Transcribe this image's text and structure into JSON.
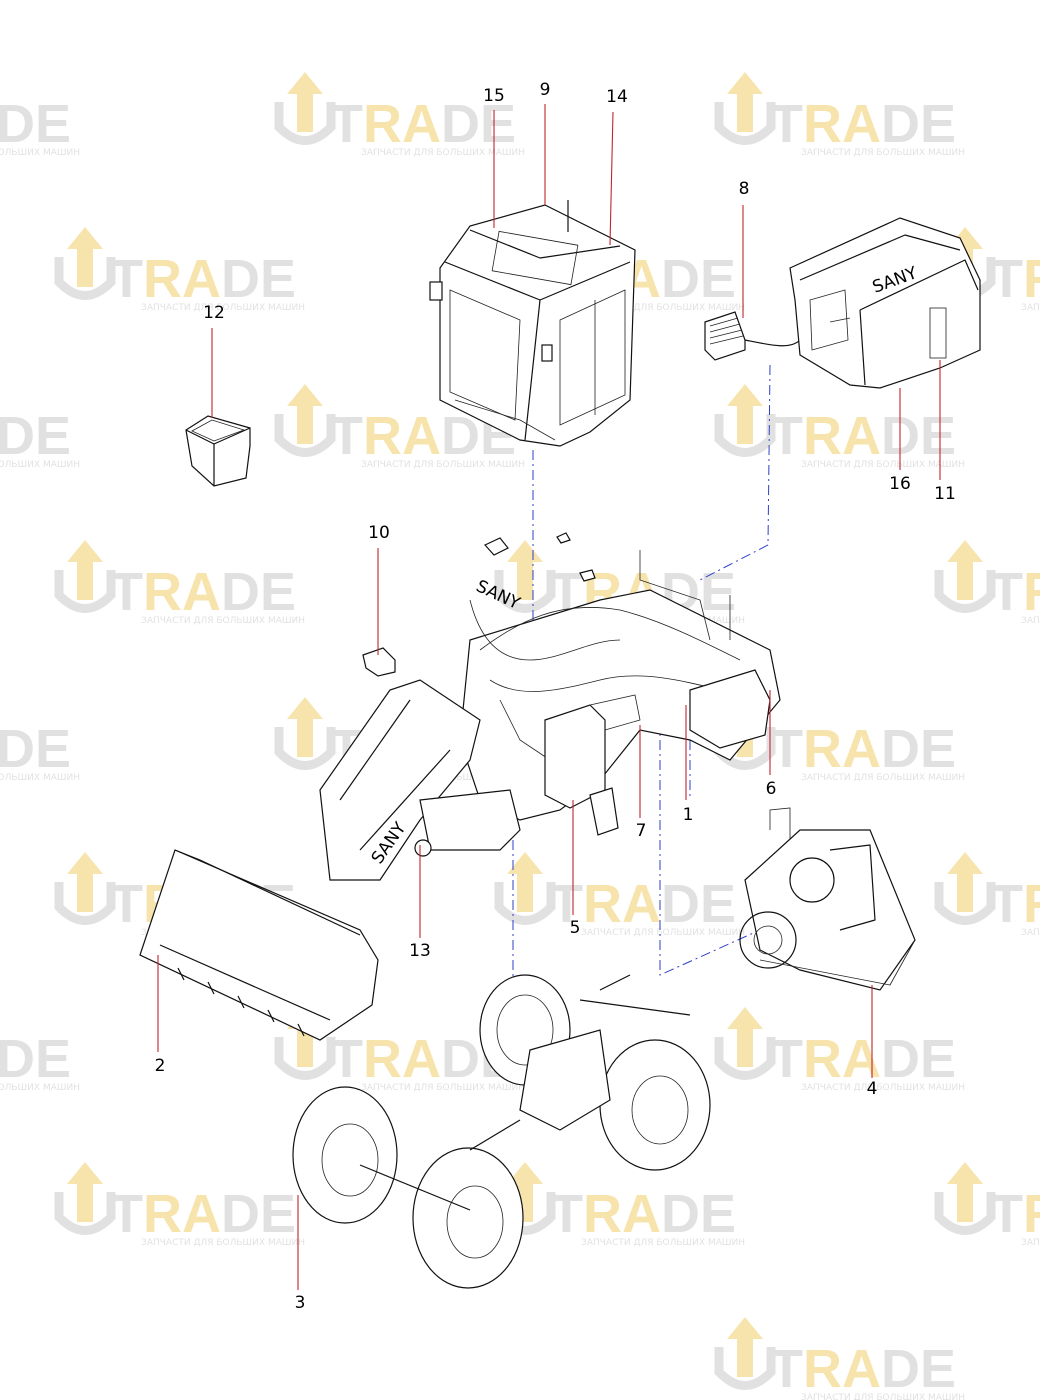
{
  "watermark": {
    "brand_prefix": "T",
    "brand_accent": "RA",
    "brand_suffix": "DE",
    "tagline": "ЗАПЧАСТИ ДЛЯ БОЛЬШИХ МАШИН",
    "color_gray": "#c9c9c9",
    "color_accent": "#f2cf6b"
  },
  "callouts": {
    "c1": "1",
    "c2": "2",
    "c3": "3",
    "c4": "4",
    "c5": "5",
    "c6": "6",
    "c7": "7",
    "c8": "8",
    "c9": "9",
    "c10": "10",
    "c11": "11",
    "c12": "12",
    "c13": "13",
    "c14": "14",
    "c15": "15",
    "c16": "16"
  },
  "labels": {
    "cab_brand": "SANY",
    "boom_brand": "SANY",
    "hood_brand": "SANY"
  },
  "colors": {
    "leader": "#c0262b",
    "assembly_line": "#3040c8",
    "line": "#111111"
  }
}
